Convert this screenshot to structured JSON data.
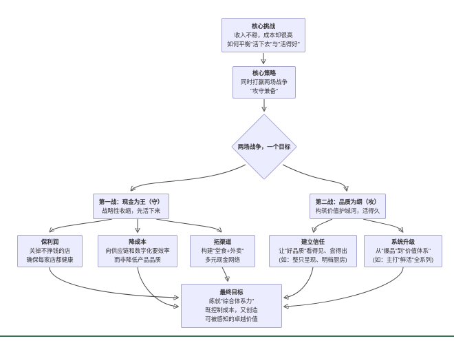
{
  "nodes": {
    "core_challenge": {
      "title": "核心挑战",
      "lines": [
        "收入不稳，成本却很高",
        "如何平衡\"活下去\"与\"活得好\""
      ]
    },
    "core_strategy": {
      "title": "核心策略",
      "lines": [
        "同时打赢两场战争",
        "\"攻守兼备\""
      ]
    },
    "decision": {
      "title": "两场战争，一个目标"
    },
    "war1": {
      "title": "第一战：现金为王（守）",
      "lines": [
        "战略性收缩，先活下来"
      ]
    },
    "war2": {
      "title": "第二战：品质为纲（攻）",
      "lines": [
        "构筑价值护城河，活得久"
      ]
    },
    "profit": {
      "title": "保利润",
      "lines": [
        "关掉不挣钱的店",
        "确保每家店都健康"
      ]
    },
    "cost": {
      "title": "降成本",
      "lines": [
        "向供应链和数字化要效率",
        "而非降低产品品质"
      ]
    },
    "channel": {
      "title": "拓渠道",
      "lines": [
        "构建\"堂食+外卖\"",
        "多元现金网络"
      ]
    },
    "trust": {
      "title": "建立信任",
      "lines": [
        "让\"好品质\"看得见、尝得出",
        "(如：整只呈现、明档厨房)"
      ]
    },
    "system": {
      "title": "系统升级",
      "lines": [
        "从\"爆品\"到\"价值体系\"",
        "(如：主打\"鲜活\"全系列)"
      ]
    },
    "goal": {
      "title": "最终目标",
      "lines": [
        "练就\"综合体系力\"",
        "既控制成本，又创造",
        "可被感知的卓越价值"
      ]
    }
  },
  "edges": [
    {
      "from": "core_challenge",
      "to": "core_strategy"
    },
    {
      "from": "core_strategy",
      "to": "decision"
    },
    {
      "from": "decision",
      "to": "war1"
    },
    {
      "from": "decision",
      "to": "war2"
    },
    {
      "from": "war1",
      "to": "profit"
    },
    {
      "from": "war1",
      "to": "cost"
    },
    {
      "from": "war1",
      "to": "channel"
    },
    {
      "from": "war2",
      "to": "trust"
    },
    {
      "from": "war2",
      "to": "system"
    },
    {
      "from": "profit",
      "to": "goal"
    },
    {
      "from": "cost",
      "to": "goal"
    },
    {
      "from": "channel",
      "to": "goal"
    },
    {
      "from": "trust",
      "to": "goal"
    },
    {
      "from": "system",
      "to": "goal"
    }
  ],
  "colors": {
    "node_fill": "#ECECFF",
    "node_border": "#a6a6d1",
    "edge_color": "#4b4b4b",
    "text_color": "#333333",
    "footer_green": "#3a7057"
  }
}
